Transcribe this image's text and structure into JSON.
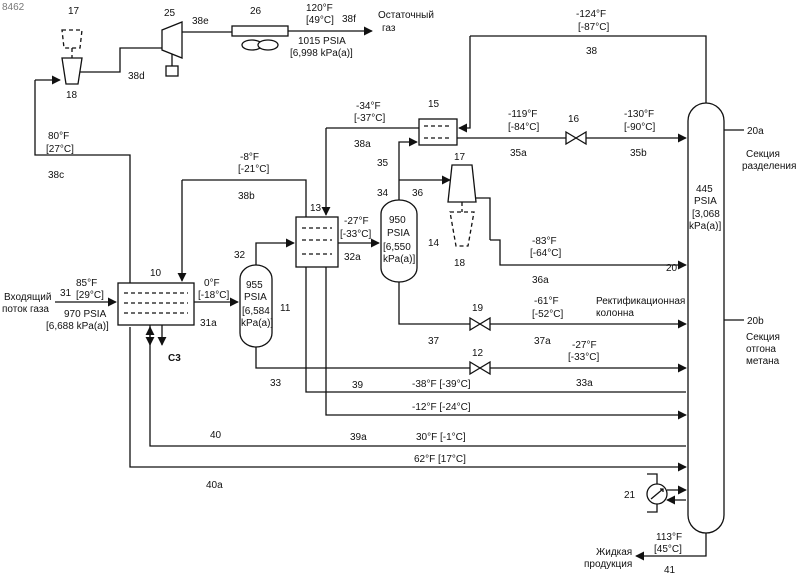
{
  "figure_id": "8462",
  "streams": {
    "s31": "31",
    "s31a": "31a",
    "s32": "32",
    "s32a": "32a",
    "s33": "33",
    "s33a": "33a",
    "s34": "34",
    "s35": "35",
    "s35a": "35a",
    "s35b": "35b",
    "s36": "36",
    "s36a": "36a",
    "s37": "37",
    "s37a": "37a",
    "s38": "38",
    "s38a": "38a",
    "s38b": "38b",
    "s38c": "38c",
    "s38d": "38d",
    "s38e": "38e",
    "s38f": "38f",
    "s39": "39",
    "s39a": "39a",
    "s40": "40",
    "s40a": "40a",
    "s41": "41"
  },
  "units": {
    "u10": "10",
    "u11": "11",
    "u12": "12",
    "u13": "13",
    "u14": "14",
    "u15": "15",
    "u16": "16",
    "u17": "17",
    "u17b": "17",
    "u18": "18",
    "u18b": "18",
    "u19": "19",
    "u20": "20",
    "u20a": "20a",
    "u20b": "20b",
    "u21": "21",
    "u25": "25",
    "u26": "26",
    "c3": "C3"
  },
  "conditions": {
    "c38_f": "-124°F",
    "c38_c": "[-87°C]",
    "c38f_f": "120°F",
    "c38f_c": "[49°C]",
    "c38f_p": "1015 PSIA",
    "c38f_pk": "[6,998 kPa(a)]",
    "c38a_f": "-34°F",
    "c38a_c": "[-37°C]",
    "c35a_f": "-119°F",
    "c35a_c": "[-84°C]",
    "c35b_f": "-130°F",
    "c35b_c": "[-90°C]",
    "c38c_f": "80°F",
    "c38c_c": "[27°C]",
    "c38b_f": "-8°F",
    "c38b_c": "[-21°C]",
    "c32a_f": "-27°F",
    "c32a_c": "[-33°C]",
    "c31_f": "85°F",
    "c31_c": "[29°C]",
    "c31_p": "970 PSIA",
    "c31_pk": "[6,688 kPa(a)]",
    "c31a_f": "0°F",
    "c31a_c": "[-18°C]",
    "c11_p": "955",
    "c11_ps": "PSIA",
    "c11_k1": "[6,584",
    "c11_k2": "kPa(a)]",
    "c14_p": "950",
    "c14_ps": "PSIA",
    "c14_k1": "[6,550",
    "c14_k2": "kPa(a)]",
    "c36a_f": "-83°F",
    "c36a_c": "[-64°C]",
    "c37a_f": "-61°F",
    "c37a_c": "[-52°C]",
    "c33a_f": "-27°F",
    "c33a_c": "[-33°C]",
    "c39": "-38°F [-39°C]",
    "c39a": "-12°F [-24°C]",
    "c40": "30°F [-1°C]",
    "c40a": "62°F [17°C]",
    "c20_p": "445",
    "c20_ps": "PSIA",
    "c20_k1": "[3,068",
    "c20_k2": "kPa(a)]",
    "c41_f": "113°F",
    "c41_c": "[45°C]"
  },
  "labels": {
    "residue1": "Остаточный",
    "residue2": "газ",
    "inlet1": "Входящий",
    "inlet2": "поток газа",
    "column1": "Ректификационная",
    "column2": "колонна",
    "sep1": "Секция",
    "sep2": "разделения",
    "strip1": "Секция",
    "strip2": "отгона",
    "strip3": "метана",
    "liquid1": "Жидкая",
    "liquid2": "продукция"
  }
}
